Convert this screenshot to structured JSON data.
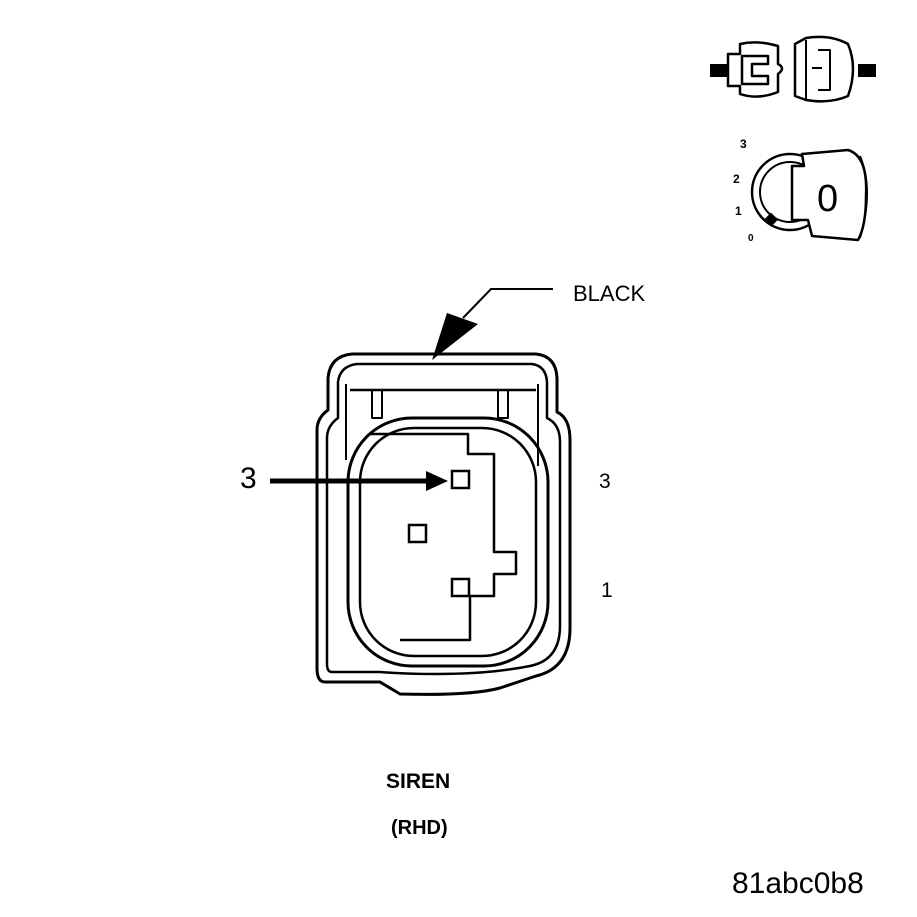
{
  "connector": {
    "color_label": "BLACK",
    "callout_number": "3",
    "side_labels": {
      "top": "3",
      "bottom": "1"
    }
  },
  "title": "SIREN",
  "subtitle": "(RHD)",
  "figure_id": "81abc0b8",
  "ignition_dial": {
    "positions": [
      "3",
      "2",
      "1",
      "0"
    ],
    "key_position": "0"
  },
  "icons": {
    "top_right": "connector-disconnect-icon",
    "dial": "ignition-key-icon"
  }
}
